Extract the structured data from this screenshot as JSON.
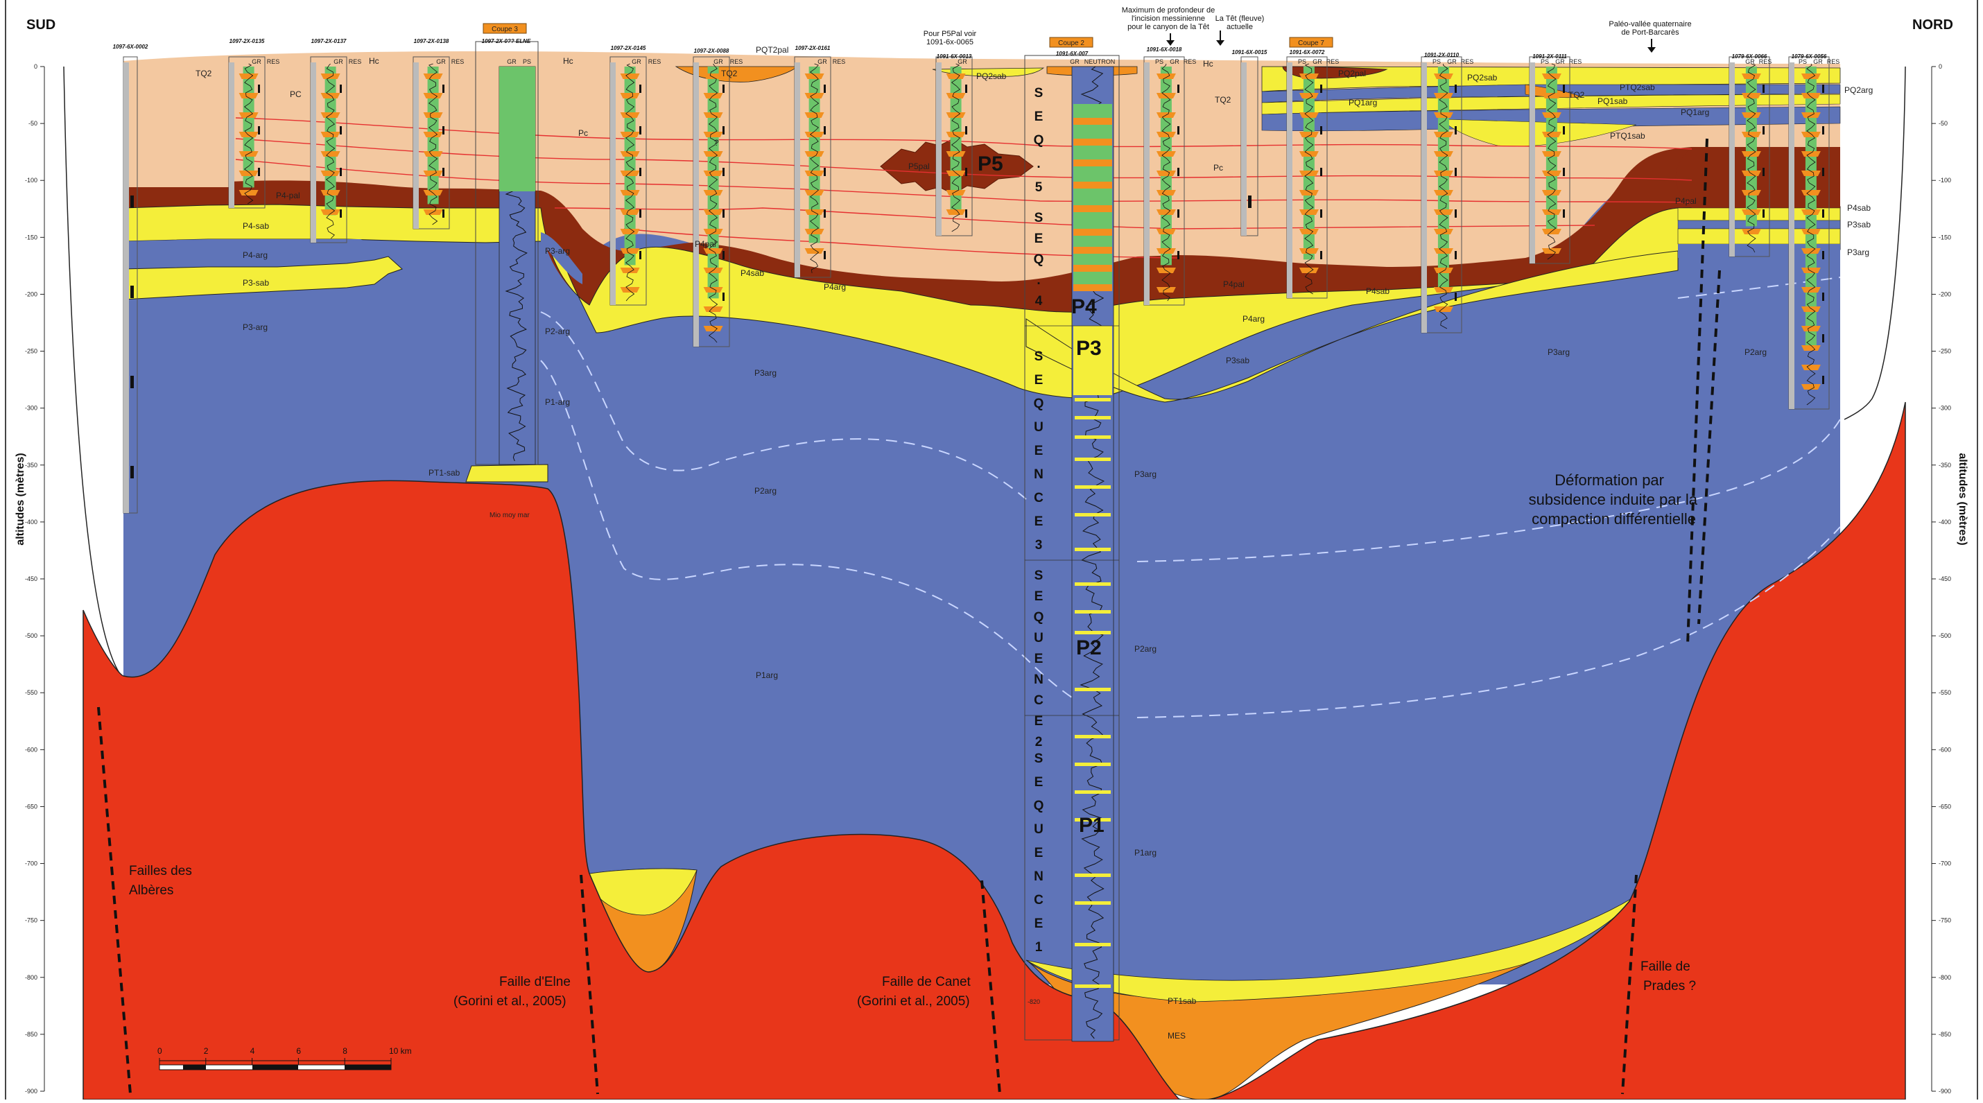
{
  "header": {
    "left": "SUD",
    "right": "NORD"
  },
  "axes": {
    "left_label": "altitudes (mètres)",
    "right_label": "altitudes (mètres)",
    "ticks": [
      "0",
      "-50",
      "-100",
      "-150",
      "-200",
      "-250",
      "-300",
      "-350",
      "-400",
      "-450",
      "-500",
      "-550",
      "-600",
      "-650",
      "-700",
      "-750",
      "-800",
      "-850",
      "-900"
    ]
  },
  "wells": {
    "w1": "1097-6X-0002",
    "w2": "1097-2X-0135",
    "w3": "1097-2X-0137",
    "w4": "1097-2X-0138",
    "w5": "1097-2X-0?? ELNE",
    "w6": "1097-2X-0145",
    "w7": "1097-2X-0088",
    "w8": "1097-2X-0161",
    "w9": "1091-6X-0013",
    "w10": "1091-6X-007",
    "w11": "1091-6X-0018",
    "w12": "1091-6X-0015",
    "w13": "1091-6X-0072",
    "w14": "1091-2X-0110",
    "w15": "1091-2X-0111",
    "w16": "1079-6X-0066",
    "w17": "1079-6X-0056"
  },
  "log_headers": {
    "gr": "GR",
    "res": "RES",
    "ps": "PS",
    "neutron": "NEUTRON"
  },
  "boxes": {
    "coupe3": "Coupe 3",
    "coupe2": "Coupe 2",
    "coupe7": "Coupe 7"
  },
  "annotations": {
    "p5pal_note": "Pour P5Pal voir 1091-6x-0065",
    "incision_note": "Maximum de profondeur de l'incision messinienne pour le canyon de la Têt",
    "tet_note": "La Têt (fleuve) actuelle",
    "paleo_note": "Paléo-vallée quaternaire de Port-Barcarès",
    "mio": "Mio moy mar",
    "question": "?",
    "depth_820": "-820"
  },
  "units": {
    "tq2_a": "TQ2",
    "pc_a": "PC",
    "hc_a": "Hc",
    "hc_b": "Hc",
    "pc_b": "Pc",
    "pqt2pal": "PQT2pal",
    "tq2_b": "TQ2",
    "pq2sab_a": "PQ2sab",
    "tq2_c": "TQ2",
    "p5pal": "P5pal",
    "p5": "P5",
    "hc_c": "Hc",
    "tq2_d": "TQ2",
    "pc_c": "Pc",
    "pq2pal": "PQ2pal",
    "pq2sab_b": "PQ2sab",
    "ptq2sab": "PTQ2sab",
    "tq2_e": "TQ2",
    "pq1sab": "PQ1sab",
    "pq1arg_a": "PQ1arg",
    "pq1arg_b": "PQ1arg",
    "pq2arg": "PQ2arg",
    "ptq1sab": "PTQ1sab",
    "p4pal_l": "P4-pal",
    "p4sab_l": "P4-sab",
    "p4arg_l": "P4-arg",
    "p3sab_l": "P3-sab",
    "p3arg_l": "P3-arg",
    "p3arg_w": "P3-arg",
    "p2arg_w": "P2-arg",
    "p1arg_w": "P1-arg",
    "pt1sab_l": "PT1-sab",
    "p4pal_m": "P4pal",
    "p4sab_m": "P4sab",
    "p4arg_m": "P4arg",
    "p4pal_r": "P4pal",
    "p4arg_r": "P4arg",
    "p4sab_r": "P4sab",
    "p3sab_r": "P3sab",
    "p4pal_n": "P4pal",
    "p4sab_n": "P4sab",
    "p3sab_n": "P3sab",
    "p3arg_n": "P3arg",
    "p3arg_big": "P3arg",
    "p2arg_big": "P2arg",
    "p1arg_big": "P1arg",
    "p3arg_rc": "P3arg",
    "p2arg_rc": "P2arg",
    "p1arg_rc": "P1arg",
    "p3arg_rr": "P3arg",
    "p2arg_rr": "P2arg",
    "pt1sab": "PT1sab",
    "mes": "MES",
    "p4_big": "P4",
    "p3_big": "P3",
    "p2_big": "P2",
    "p1_big": "P1"
  },
  "sequences": {
    "s5": [
      "S",
      "E",
      "Q",
      ".",
      "5"
    ],
    "s4": [
      "S",
      "E",
      "Q",
      ".",
      "4"
    ],
    "s3": [
      "S",
      "E",
      "Q",
      "U",
      "E",
      "N",
      "C",
      "E",
      "3"
    ],
    "s2": [
      "S",
      "E",
      "Q",
      "U",
      "E",
      "N",
      "C",
      "E",
      "2"
    ],
    "s1": [
      "S",
      "E",
      "Q",
      "U",
      "E",
      "N",
      "C",
      "E",
      "1"
    ]
  },
  "faults": {
    "albere_1": "Failles des",
    "albere_2": "Albères",
    "elne_1": "Faille d'Elne",
    "elne_2": "(Gorini et al., 2005)",
    "canet_1": "Faille de Canet",
    "canet_2": "(Gorini et al., 2005)",
    "prades_1": "Faille de",
    "prades_2": "Prades ?"
  },
  "deformation": [
    "Déformation par",
    "subsidence induite par la",
    "compaction différentielle"
  ],
  "scale": {
    "ticks": [
      "0",
      "2",
      "4",
      "6",
      "8",
      "10 km"
    ]
  },
  "colors": {
    "basement": "#e8361a",
    "clay": "#5f74b8",
    "sand": "#f4ee3a",
    "pliocene_cont": "#f3c8a0",
    "paleosol": "#8c2b10",
    "mes": "#f2901f",
    "gr_curve": "#6cc46a",
    "log_orange": "#f2901f"
  }
}
